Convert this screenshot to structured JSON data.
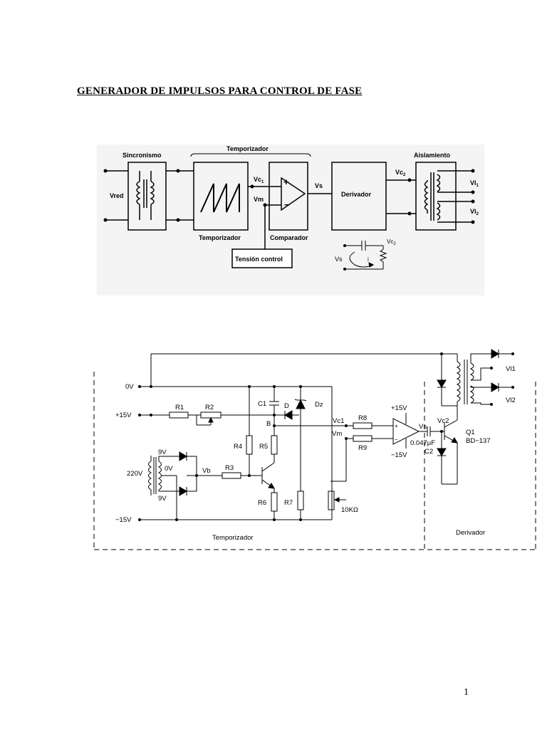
{
  "title": "GENERADOR DE IMPULSOS PARA CONTROL DE FASE",
  "page_number": "1",
  "block_diagram": {
    "sincronismo": "Sincronismo",
    "temporizador_top": "Temporizador",
    "aislamiento": "Aislamiento",
    "vred": "Vred",
    "vc1": "Vc",
    "vc1_sub": "1",
    "vm": "Vm",
    "plus": "+",
    "minus": "−",
    "vs": "Vs",
    "derivador": "Derivador",
    "vc2": "Vc",
    "vc2_sub": "2",
    "vl1": "Vl",
    "vl1_sub": "1",
    "vl2": "Vl",
    "vl2_sub": "2",
    "temporizador_bottom": "Temporizador",
    "comparador": "Comparador",
    "tension_control": "Tensión control",
    "inset_vc2": "Vc",
    "inset_vc2_sub": "2",
    "inset_vs": "Vs",
    "inset_i": "i"
  },
  "schematic": {
    "ov_top": "0V",
    "p15": "+15V",
    "r1": "R1",
    "r2": "R2",
    "c1": "C1",
    "d": "D",
    "dz": "Dz",
    "b": "B",
    "r4": "R4",
    "r5": "R5",
    "v9a": "9V",
    "v220": "220V",
    "ov_mid": "0V",
    "v9b": "9V",
    "vb": "Vb",
    "r3": "R3",
    "r6": "R6",
    "r7": "R7",
    "m15": "−15V",
    "vc1": "Vc1",
    "r8": "R8",
    "vm": "Vm",
    "r9": "R9",
    "p15_op": "+15V",
    "m15_op": "−15V",
    "vs": "Vs",
    "cap": "0.047µF",
    "vc2": "Vc2",
    "c2": "C2",
    "q1": "Q1",
    "bd": "BD−137",
    "vl1": "Vl1",
    "vl2": "Vl2",
    "pot": "10KΩ",
    "temporizador": "Temporizador",
    "derivador": "Derivador"
  }
}
